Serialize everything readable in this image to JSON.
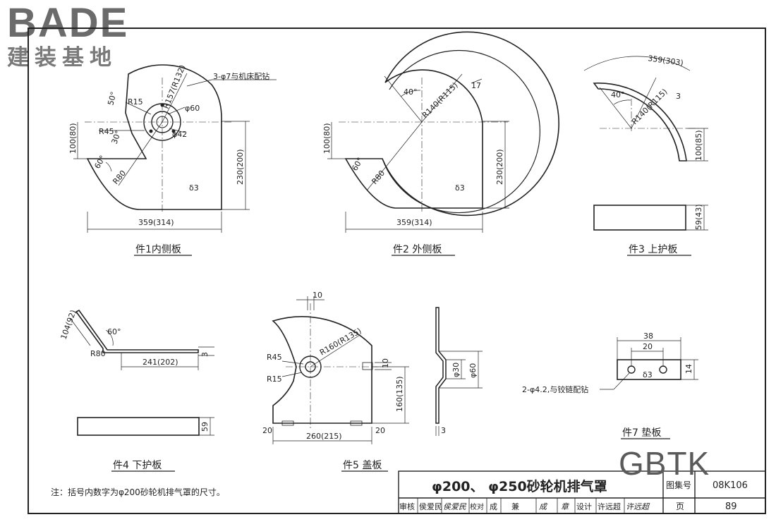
{
  "watermark": {
    "brand": "BADE",
    "brand_cn": "建装基地",
    "corner": "GBTK"
  },
  "parts": {
    "p1": {
      "caption": "件1内侧板",
      "dim_width": "359(314)",
      "dim_height": "230(200)",
      "dim_100": "100(80)",
      "r157": "R157(R132)",
      "r15": "R15",
      "r45": "R45",
      "r80": "R80",
      "phi60": "φ60",
      "phi42": "φ42",
      "a50": "50°",
      "a30": "30°",
      "a60": "60°",
      "thick": "δ3",
      "holes": "3-φ7与机床配钻"
    },
    "p2": {
      "caption": "件2 外侧板",
      "dim_width": "359(314)",
      "dim_height": "230(200)",
      "dim_100": "100(80)",
      "r140": "R140(R115)",
      "r80": "R80",
      "a40": "40°",
      "a60": "60°",
      "dim_17": "17",
      "thick": "δ3"
    },
    "p3": {
      "caption": "件3 上护板",
      "arc_len": "359(303)",
      "r140": "R140(R115)",
      "a40": "40°",
      "dim_100": "100(85)",
      "dim_59": "59(43)",
      "dim_3": "3"
    },
    "p4": {
      "caption": "件4 下护板",
      "dim_104": "104(92)",
      "a60": "60°",
      "r80": "R80",
      "dim_241": "241(202)",
      "dim_59": "59",
      "dim_3": "3"
    },
    "p5": {
      "caption": "件5 盖板",
      "dim_10a": "10",
      "r160": "R160(R135)",
      "r45": "R45",
      "r15": "R15",
      "dim_10b": "10",
      "dim_160": "160(135)",
      "dim_20a": "20",
      "dim_260": "260(215)",
      "dim_20b": "20",
      "phi30": "φ30",
      "phi60": "φ60",
      "dim_3": "3"
    },
    "p7": {
      "caption": "件7 垫板",
      "dim_38": "38",
      "dim_20": "20",
      "dim_14": "14",
      "thick": "δ3",
      "holes": "2-φ4.2,与铰链配钻"
    }
  },
  "note": "注：括号内数字为φ200砂轮机排气罩的尺寸。",
  "title_block": {
    "title": "φ200、 φ250砂轮机排气罩",
    "atlas_label": "图集号",
    "atlas_no": "08K106",
    "page_label": "页",
    "page_no": "89",
    "sig_row": [
      "审核",
      "侯爱民",
      "侯爱民",
      "校对",
      "成",
      "兼",
      "成",
      "章",
      "设计",
      "许远超",
      "许远超"
    ]
  }
}
